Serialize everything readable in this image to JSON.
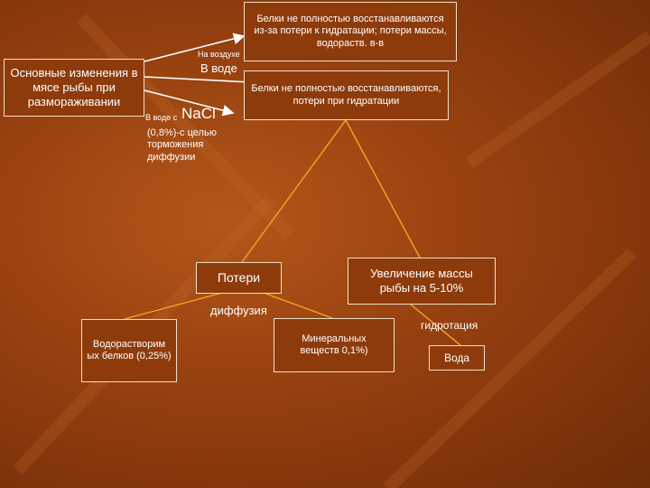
{
  "boxes": {
    "main": "Основные изменения в мясе рыбы при размораживании",
    "top_right": "Белки не полностью восстанавливаются из-за потери к гидратации; потери массы, водораств. в-в",
    "mid_right": "Белки не полностью восстанавливаются, потери при гидратации",
    "losses": "Потери",
    "mass_increase": "Увеличение массы рыбы на 5-10%",
    "soluble_proteins": "Водорастворим ых белков (0,25%)",
    "minerals": "Минеральных веществ 0,1%)",
    "water": "Вода"
  },
  "labels": {
    "in_air": "На воздухе",
    "in_water": "В воде",
    "in_water_with": "В воде с",
    "nacl": "NaCl",
    "nacl_note": "(0,8%)-с целью торможения диффузии",
    "diffusion": "диффузия",
    "hydration": "гидротация"
  },
  "colors": {
    "line": "#f5a623",
    "box_fill": "#8e3b0c",
    "box_border": "#f0e0c8"
  }
}
